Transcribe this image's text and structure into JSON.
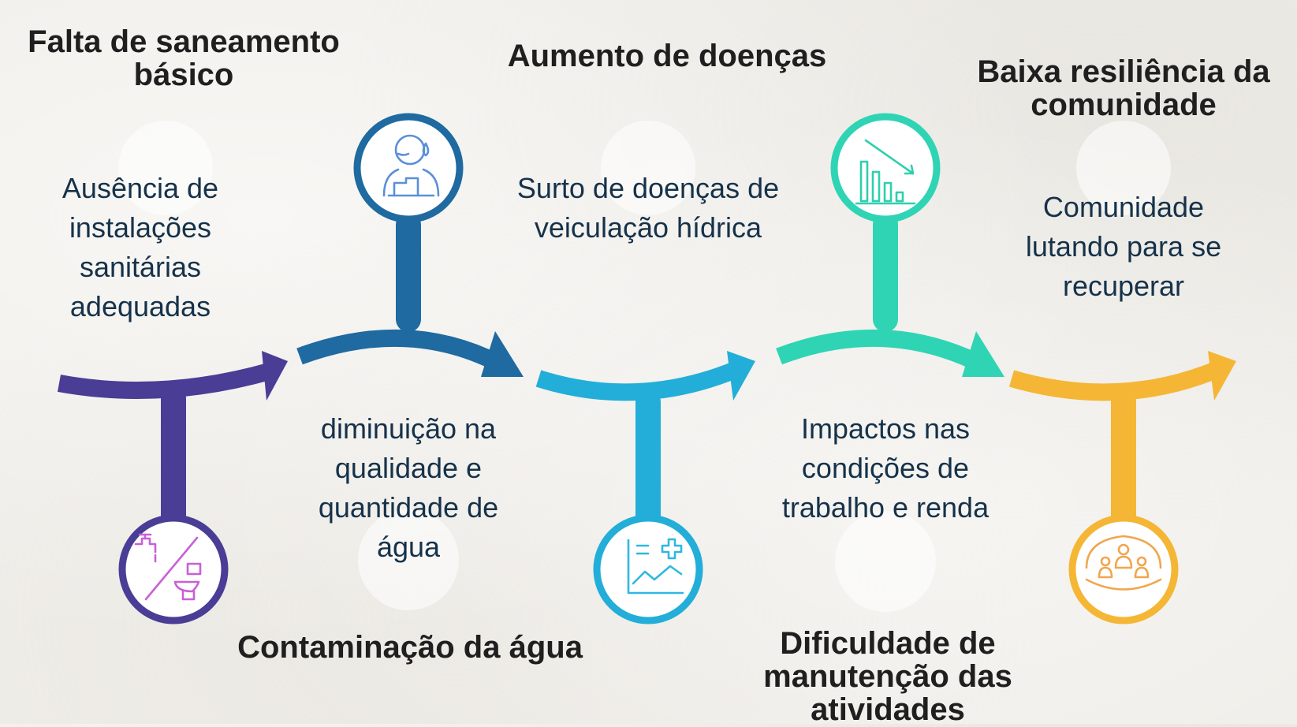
{
  "steps": [
    {
      "title": "Falta de saneamento básico",
      "description": "Ausência de instalações sanitárias adequadas",
      "icon": "faucet-toilet-icon",
      "color": "#4a3d96"
    },
    {
      "title": "Contaminação da água",
      "description": "diminuição na qualidade e quantidade de água",
      "icon": "contaminated-person-icon",
      "color": "#1f6aa0"
    },
    {
      "title": "Aumento de doenças",
      "description": "Surto de doenças de veiculação hídrica",
      "icon": "health-chart-icon",
      "color": "#22aed8"
    },
    {
      "title": "Dificuldade de manutenção das atividades",
      "description": "Impactos nas condições de trabalho e renda",
      "icon": "declining-chart-icon",
      "color": "#2fd4b4"
    },
    {
      "title": "Baixa resiliência da comunidade",
      "description": "Comunidade lutando para se recuperar",
      "icon": "community-group-icon",
      "color": "#f5b635"
    }
  ]
}
